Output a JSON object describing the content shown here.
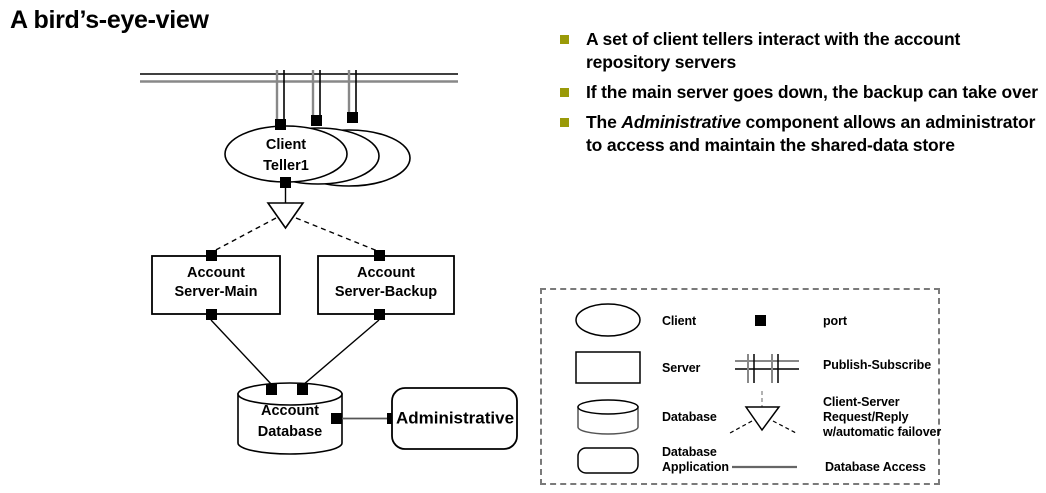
{
  "slide": {
    "title": "A bird’s-eye-view",
    "bullet_color": "#9a9a08"
  },
  "bullets": [
    {
      "text": "A set of client tellers interact with the account repository servers",
      "emphasis": ""
    },
    {
      "text": "If the main server goes down, the backup can take over",
      "emphasis": ""
    },
    {
      "text_before": "The ",
      "emphasis": "Administrative",
      "text_after": " component allows an administrator to access and maintain the shared-data store"
    }
  ],
  "diagram": {
    "client": {
      "line1": "Client",
      "line2": "Teller1"
    },
    "server_main": {
      "line1": "Account",
      "line2": "Server-Main"
    },
    "server_backup": {
      "line1": "Account",
      "line2": "Server-Backup"
    },
    "database": {
      "line1": "Account",
      "line2": "Database"
    },
    "admin": {
      "label": "Administrative"
    }
  },
  "legend": {
    "items_left": [
      {
        "shape": "ellipse-icon",
        "label": "Client"
      },
      {
        "shape": "rectangle-icon",
        "label": "Server"
      },
      {
        "shape": "cylinder-icon",
        "label": "Database"
      },
      {
        "shape": "rounded-rect-icon",
        "label_line1": "Database",
        "label_line2": "Application"
      }
    ],
    "items_right": [
      {
        "shape": "port-square-icon",
        "label": "port"
      },
      {
        "shape": "publish-subscribe-bus-icon",
        "label": "Publish-Subscribe"
      },
      {
        "shape": "failover-triangle-icon",
        "label_line1": "Client-Server",
        "label_line2": "Request/Reply",
        "label_line3": "w/automatic failover"
      },
      {
        "shape": "solid-line-icon",
        "label": "Database Access"
      }
    ]
  }
}
